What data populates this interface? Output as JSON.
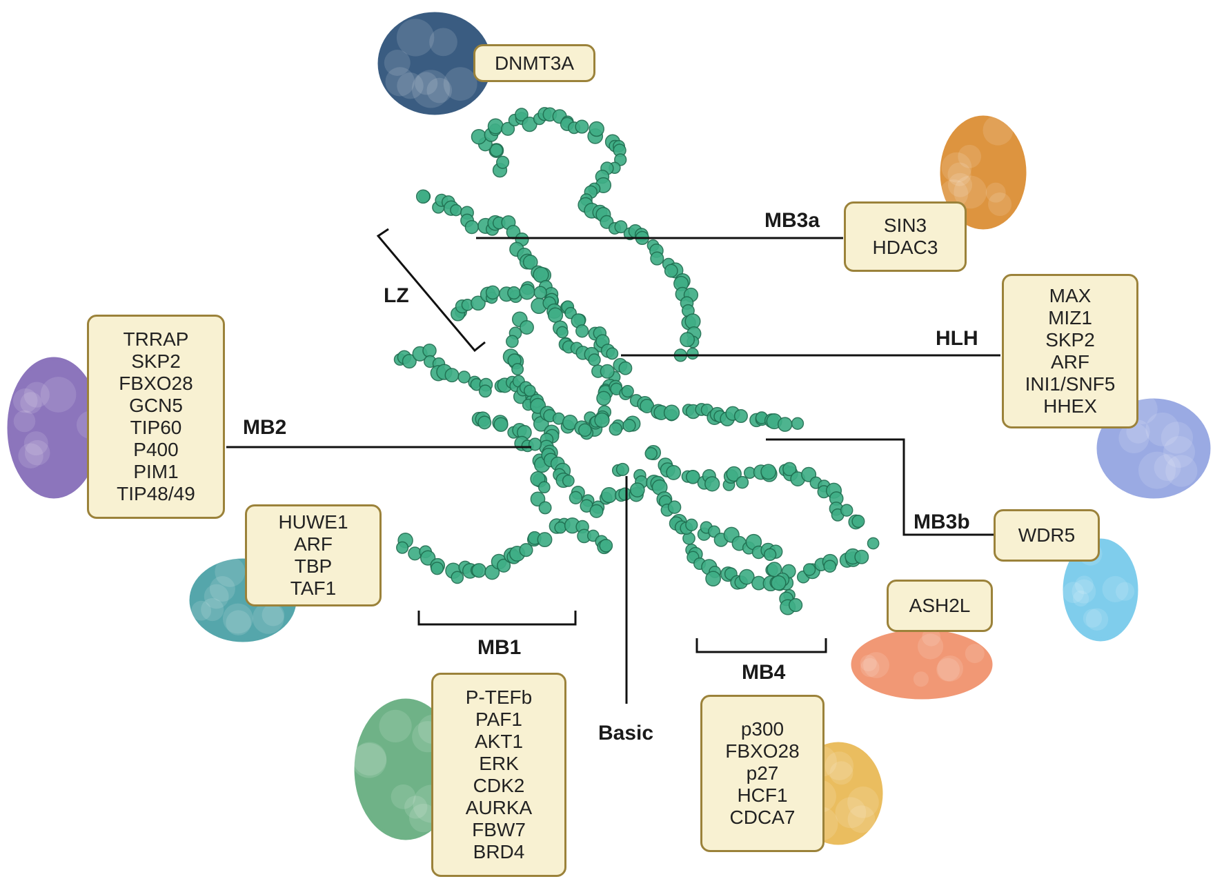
{
  "colors": {
    "box_fill": "#f8f1d2",
    "box_border": "#9b823a",
    "myc_protein": "#3fae86",
    "dnmt3a_protein": "#1f4670",
    "sin3_protein": "#d98625",
    "mb2_protein": "#7d62b3",
    "mb1_protein": "#3e9aa0",
    "hlh_protein": "#8d9fe0",
    "wdr5_protein": "#6ec7ea",
    "ash2l_protein": "#f08a62",
    "basic_protein": "#5ca877",
    "mb4_protein": "#e8b44a"
  },
  "regions": {
    "mb3a": "MB3a",
    "lz": "LZ",
    "hlh": "HLH",
    "mb2": "MB2",
    "mb3b": "MB3b",
    "mb1": "MB1",
    "mb4": "MB4",
    "basic": "Basic"
  },
  "boxes": {
    "dnmt3a": [
      "DNMT3A"
    ],
    "mb3a": [
      "SIN3",
      "HDAC3"
    ],
    "hlh": [
      "MAX",
      "MIZ1",
      "SKP2",
      "ARF",
      "INI1/SNF5",
      "HHEX"
    ],
    "mb2": [
      "TRRAP",
      "SKP2",
      "FBXO28",
      "GCN5",
      "TIP60",
      "P400",
      "PIM1",
      "TIP48/49"
    ],
    "mb1": [
      "HUWE1",
      "ARF",
      "TBP",
      "TAF1"
    ],
    "mb3b": [
      "WDR5"
    ],
    "ash2l": [
      "ASH2L"
    ],
    "basic": [
      "P-TEFb",
      "PAF1",
      "AKT1",
      "ERK",
      "CDK2",
      "AURKA",
      "FBW7",
      "BRD4"
    ],
    "mb4": [
      "p300",
      "FBXO28",
      "p27",
      "HCF1",
      "CDCA7"
    ]
  }
}
